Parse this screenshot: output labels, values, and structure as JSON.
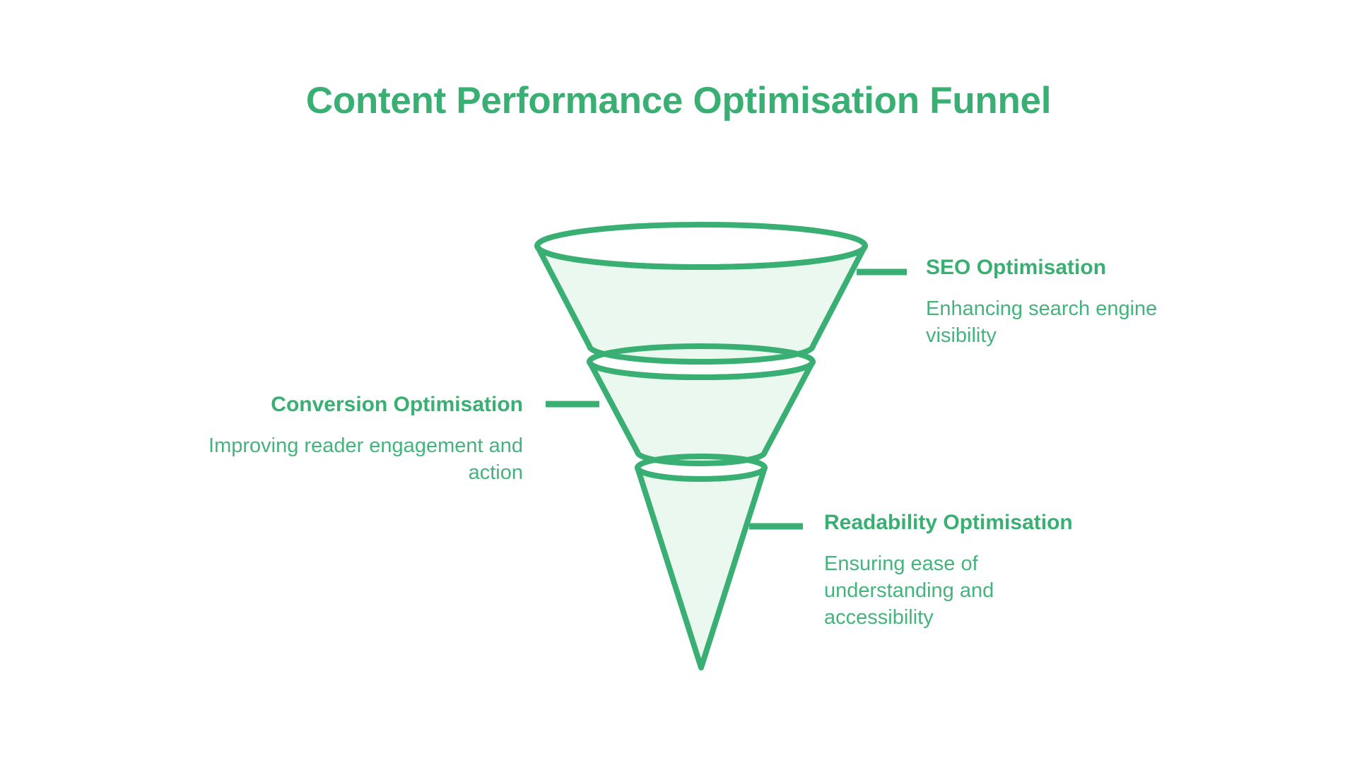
{
  "title": "Content Performance Optimisation Funnel",
  "theme": {
    "background": "#ffffff",
    "accent": "#3AAF73",
    "stroke": "#3AAF73",
    "fill": "#EAF8F0",
    "desc_text": "#45B37C"
  },
  "chart_data": {
    "type": "funnel",
    "title": "Content Performance Optimisation Funnel",
    "orientation": "vertical",
    "stage_count": 3,
    "legend": "none",
    "grid": false,
    "stages": [
      {
        "index": 1,
        "label": "SEO Optimisation",
        "description": "Enhancing search engine visibility",
        "label_side": "right",
        "relative_width": 1.0,
        "color": "#EAF8F0",
        "stroke": "#3AAF73"
      },
      {
        "index": 2,
        "label": "Conversion Optimisation",
        "description": "Improving reader engagement and action",
        "label_side": "left",
        "relative_width": 0.68,
        "color": "#EAF8F0",
        "stroke": "#3AAF73"
      },
      {
        "index": 3,
        "label": "Readability Optimisation",
        "description": "Ensuring ease of understanding and accessibility",
        "label_side": "right",
        "relative_width": 0.39,
        "color": "#EAF8F0",
        "stroke": "#3AAF73"
      }
    ]
  },
  "labels": {
    "seo": {
      "title": "SEO Optimisation",
      "description": "Enhancing search engine visibility"
    },
    "conversion": {
      "title": "Conversion Optimisation",
      "description": "Improving reader engagement and action"
    },
    "readability": {
      "title": "Readability Optimisation",
      "description": "Ensuring ease of understanding and accessibility"
    }
  }
}
